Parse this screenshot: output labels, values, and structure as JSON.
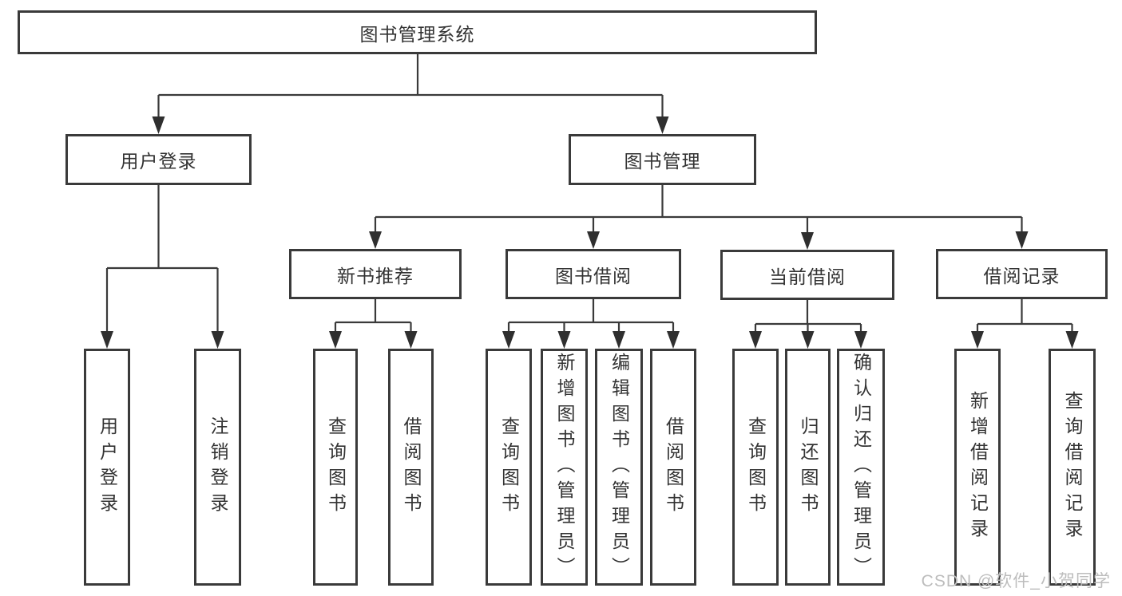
{
  "root": {
    "label": "图书管理系统"
  },
  "level2": {
    "user_login": {
      "label": "用户登录"
    },
    "book_mgmt": {
      "label": "图书管理"
    }
  },
  "level3": {
    "new_book": {
      "label": "新书推荐"
    },
    "book_borrow": {
      "label": "图书借阅"
    },
    "current_borrow": {
      "label": "当前借阅"
    },
    "borrow_records": {
      "label": "借阅记录"
    }
  },
  "leaves": {
    "user_login": {
      "label": "用户登录"
    },
    "logout_login": {
      "label": "注销登录"
    },
    "nb_query_book": {
      "label": "查询图书"
    },
    "nb_borrow_book": {
      "label": "借阅图书"
    },
    "bb_query_book": {
      "label": "查询图书"
    },
    "bb_add_book_admin": {
      "label": "新增图书（管理员）"
    },
    "bb_edit_book_admin": {
      "label": "编辑图书（管理员）"
    },
    "bb_borrow_book": {
      "label": "借阅图书"
    },
    "cb_query_book": {
      "label": "查询图书"
    },
    "cb_return_book": {
      "label": "归还图书"
    },
    "cb_confirm_return_admin": {
      "label": "确认归还（管理员）"
    },
    "br_add_record": {
      "label": "新增借阅记录"
    },
    "br_query_record": {
      "label": "查询借阅记录"
    }
  },
  "watermark": {
    "text": "CSDN @软件_小贺同学"
  },
  "colors": {
    "line": "#3a3a3a",
    "arrow": "#2f2f2f",
    "text": "#333333",
    "watermark": "#bdbdbd",
    "background": "#ffffff"
  }
}
